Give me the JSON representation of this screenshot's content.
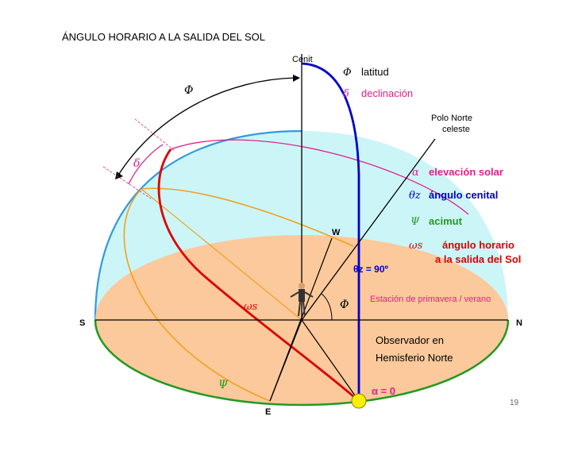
{
  "title": "ÁNGULO HORARIO A LA SALIDA DEL SOL",
  "labels": {
    "zenith": "Cenit",
    "north_pole_line1": "Polo Norte",
    "north_pole_line2": "celeste",
    "south": "S",
    "north": "N",
    "west": "W",
    "east": "E",
    "season": "Estación de primavera / verano",
    "observer_line1": "Observador en",
    "observer_line2": "Hemisferio Norte",
    "page_number": "19"
  },
  "legend": [
    {
      "symbol": "Φ",
      "text": "latitud",
      "color": "#000000"
    },
    {
      "symbol": "δ",
      "text": "declinación",
      "color": "#e0208a"
    },
    {
      "symbol": "α",
      "text": "elevación solar",
      "color": "#e0208a"
    },
    {
      "symbol": "θz",
      "text": "ángulo cenital",
      "color": "#0000cc"
    },
    {
      "symbol": "Ψ",
      "text": "acimut",
      "color": "#229922"
    },
    {
      "symbol": "ωs",
      "text": "ángulo horario",
      "text2": "a la salida del Sol",
      "color": "#dd0000"
    }
  ],
  "annotations": {
    "phi_arc": "Φ",
    "delta_arc": "δ",
    "phi_center": "Φ",
    "omega_center": "ωs",
    "theta_eq": "θz = 90º",
    "alpha_eq": "α = 0",
    "psi_bottom": "Ψ"
  },
  "colors": {
    "sky": "#ccf5f8",
    "ground": "#fbc99b",
    "horizon_blue": "#3399dd",
    "meridian_blue": "#0000cc",
    "sun_path_red": "#dd0000",
    "orange": "#f0a020",
    "magenta": "#e0208a",
    "green": "#229922",
    "sun": "#ffee00"
  }
}
